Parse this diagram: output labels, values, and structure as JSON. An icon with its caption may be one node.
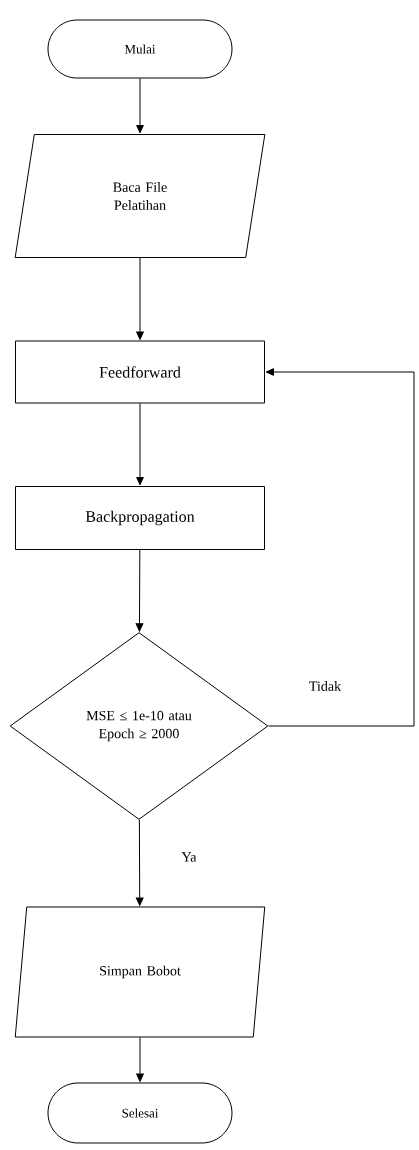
{
  "diagram": {
    "nodes": [
      {
        "text": [
          "Mulai"
        ]
      },
      {
        "text": [
          "Baca File Pelatihan"
        ]
      },
      {
        "text": [
          "Feedforward"
        ]
      },
      {
        "text": [
          "Backpropagation"
        ]
      },
      {
        "text": [
          "MSE ≤ 1e-10 atau Epoch ≥ 2000"
        ]
      },
      {
        "text": [
          "Simpan Bobot"
        ]
      },
      {
        "text": [
          "Selesai"
        ]
      }
    ],
    "edges": [
      {
        "from": 0,
        "to": 1,
        "arrow": "to"
      },
      {
        "from": 1,
        "to": 2,
        "arrow": "to"
      },
      {
        "from": 2,
        "to": 3,
        "arrow": "to"
      },
      {
        "from": 3,
        "to": 4,
        "arrow": "to"
      },
      {
        "from": 4,
        "to": 2,
        "arrow": "to",
        "label": "Tidak"
      },
      {
        "from": 4,
        "to": 5,
        "arrow": "to",
        "label": "Ya"
      },
      {
        "from": 5,
        "to": 6,
        "arrow": "to"
      }
    ]
  }
}
